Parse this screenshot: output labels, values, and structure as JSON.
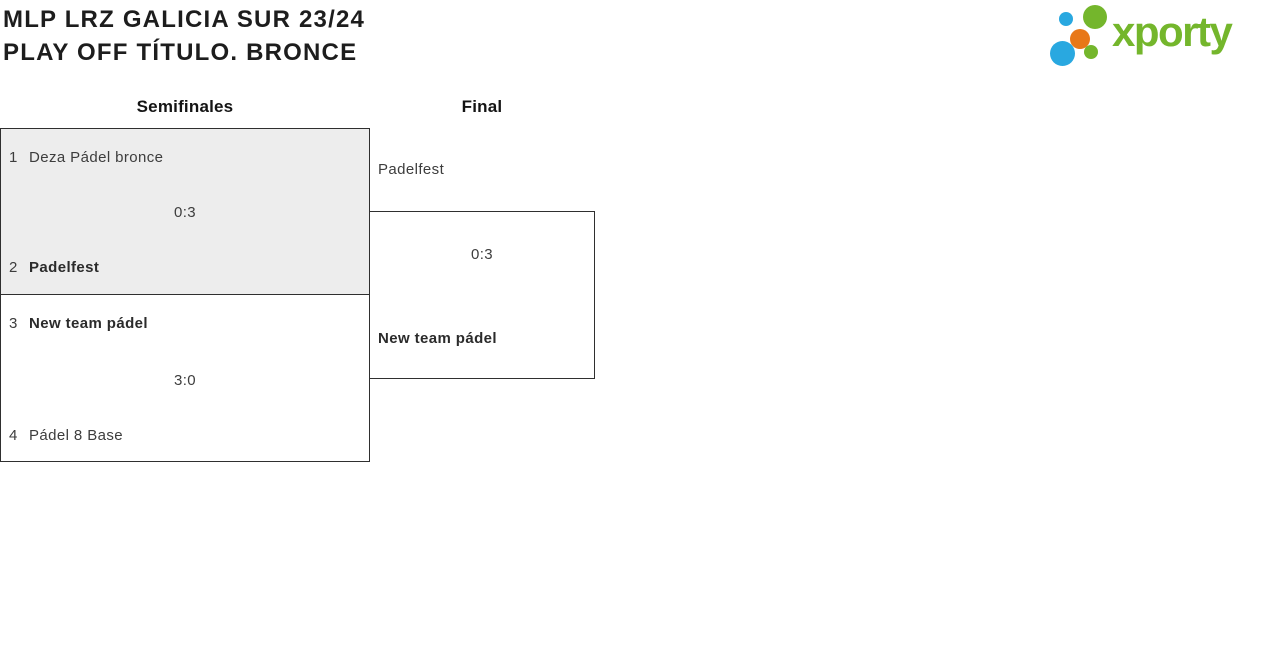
{
  "page": {
    "title_line1": "MLP LRZ GALICIA SUR 23/24",
    "title_line2": "PLAY OFF TÍTULO. BRONCE"
  },
  "logo": {
    "brand": "xporty",
    "colors": {
      "green": "#74b62c",
      "blue": "#29a8e0",
      "orange": "#e87818"
    }
  },
  "bracket": {
    "round_headers": [
      {
        "label": "Semifinales"
      },
      {
        "label": "Final"
      }
    ],
    "semifinal_1": {
      "team1_seed": "1",
      "team1_name": "Deza Pádel bronce",
      "score": "0:3",
      "team2_seed": "2",
      "team2_name": "Padelfest",
      "winner": "Padelfest"
    },
    "semifinal_2": {
      "team1_seed": "3",
      "team1_name": "New team pádel",
      "score": "3:0",
      "team2_seed": "4",
      "team2_name": "Pádel 8 Base",
      "winner": "New team pádel"
    },
    "final": {
      "team1_name": "Padelfest",
      "score": "0:3",
      "team2_name": "New team pádel",
      "winner": "New team pádel"
    }
  },
  "colors": {
    "highlighted_match_bg": "#ededed",
    "match_border": "#2f2f2f",
    "team_text": "#3d3d3d"
  }
}
